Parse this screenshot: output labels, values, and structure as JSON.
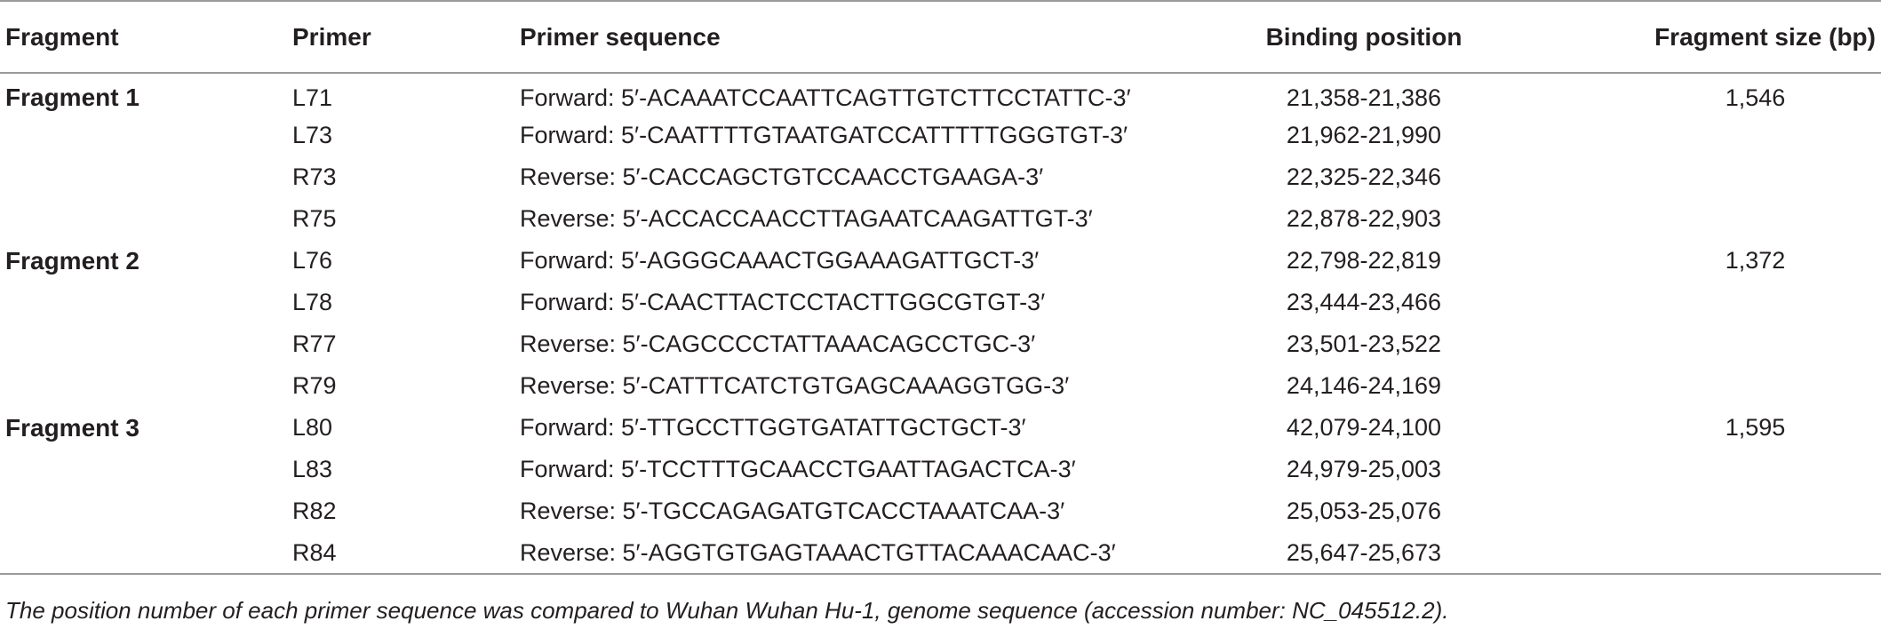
{
  "table": {
    "headers": {
      "fragment": "Fragment",
      "primer": "Primer",
      "sequence": "Primer sequence",
      "position": "Binding position",
      "size": "Fragment size (bp)"
    },
    "groups": [
      {
        "label": "Fragment 1",
        "size": "1,546",
        "rows": [
          {
            "primer": "L71",
            "sequence": "Forward: 5′-ACAAATCCAATTCAGTTGTCTTCCTATTC-3′",
            "position": "21,358-21,386"
          },
          {
            "primer": "L73",
            "sequence": "Forward: 5′-CAATTTTGTAATGATCCATTTTTGGGTGT-3′",
            "position": "21,962-21,990"
          },
          {
            "primer": "R73",
            "sequence": "Reverse: 5′-CACCAGCTGTCCAACCTGAAGA-3′",
            "position": "22,325-22,346"
          },
          {
            "primer": "R75",
            "sequence": "Reverse: 5′-ACCACCAACCTTAGAATCAAGATTGT-3′",
            "position": "22,878-22,903"
          }
        ]
      },
      {
        "label": "Fragment 2",
        "size": "1,372",
        "rows": [
          {
            "primer": "L76",
            "sequence": "Forward: 5′-AGGGCAAACTGGAAAGATTGCT-3′",
            "position": "22,798-22,819"
          },
          {
            "primer": "L78",
            "sequence": "Forward: 5′-CAACTTACTCCTACTTGGCGTGT-3′",
            "position": "23,444-23,466"
          },
          {
            "primer": "R77",
            "sequence": "Reverse: 5′-CAGCCCCTATTAAACAGCCTGC-3′",
            "position": "23,501-23,522"
          },
          {
            "primer": "R79",
            "sequence": "Reverse: 5′-CATTTCATCTGTGAGCAAAGGTGG-3′",
            "position": "24,146-24,169"
          }
        ]
      },
      {
        "label": "Fragment 3",
        "size": "1,595",
        "rows": [
          {
            "primer": "L80",
            "sequence": "Forward: 5′-TTGCCTTGGTGATATTGCTGCT-3′",
            "position": "42,079-24,100"
          },
          {
            "primer": "L83",
            "sequence": "Forward: 5′-TCCTTTGCAACCTGAATTAGACTCA-3′",
            "position": "24,979-25,003"
          },
          {
            "primer": "R82",
            "sequence": "Reverse: 5′-TGCCAGAGATGTCACCTAAATCAA-3′",
            "position": "25,053-25,076"
          },
          {
            "primer": "R84",
            "sequence": "Reverse: 5′-AGGTGTGAGTAAACTGTTACAAACAAC-3′",
            "position": "25,647-25,673"
          }
        ]
      }
    ]
  },
  "footnote": "The position number of each primer sequence was compared to Wuhan Wuhan Hu-1, genome sequence (accession number: NC_045512.2)."
}
